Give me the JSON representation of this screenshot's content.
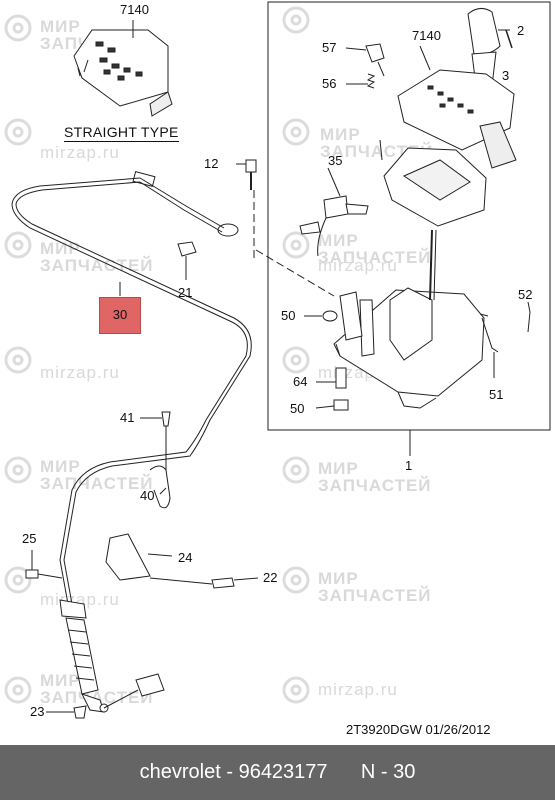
{
  "watermark": {
    "brand_line1": "МИР",
    "brand_line2": "ЗАПЧАСТЕЙ",
    "url": "mirzap.ru"
  },
  "diagram": {
    "variant_label": "STRAIGHT TYPE",
    "highlighted_part": "30",
    "reference_code": "2T3920DGW  01/26/2012",
    "callouts": {
      "c7140_left": "7140",
      "c7140_right": "7140",
      "c2": "2",
      "c3": "3",
      "c57": "57",
      "c56": "56",
      "c35": "35",
      "c12": "12",
      "c21": "21",
      "c50_top": "50",
      "c52": "52",
      "c64": "64",
      "c50_bottom": "50",
      "c51": "51",
      "c1": "1",
      "c41": "41",
      "c40": "40",
      "c25": "25",
      "c24": "24",
      "c22": "22",
      "c23": "23"
    }
  },
  "footer": {
    "text": "chevrolet - 96423177      N - 30"
  }
}
